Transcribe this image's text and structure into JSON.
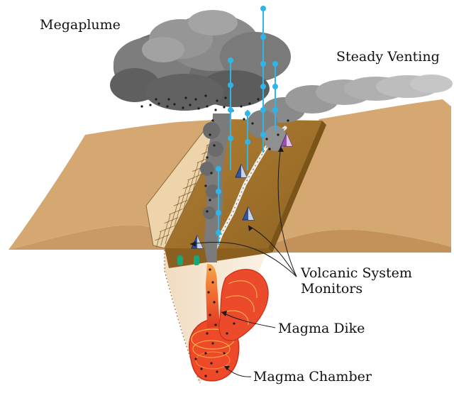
{
  "labels": {
    "megaplume": "Megaplume",
    "steady_venting": "Steady Venting",
    "monitors_line1": "Volcanic System",
    "monitors_line2": "Monitors",
    "magma_dike": "Magma Dike",
    "magma_chamber": "Magma Chamber"
  },
  "colors": {
    "seafloor": "#d4a36c",
    "seafloor_dark": "#b98b56",
    "rift_floor": "#a0712a",
    "rift_floor_dark": "#7a5418",
    "brick_wall": "#ecd3a7",
    "brick_line": "#8a6a3a",
    "smoke": "#7a7a7a",
    "smoke_dark": "#555555",
    "magma": "#e8432a",
    "magma_light": "#f58a3a",
    "mooring_line": "#2fb6e8",
    "monitor_blue": "#2f57a8",
    "monitor_purple": "#9b4fb0",
    "bottom_sensor": "#19a77a"
  },
  "icons": {
    "monitor": "pyramid-monitor-icon",
    "float": "float-buoy-icon",
    "sensor": "seafloor-sensor-icon"
  }
}
